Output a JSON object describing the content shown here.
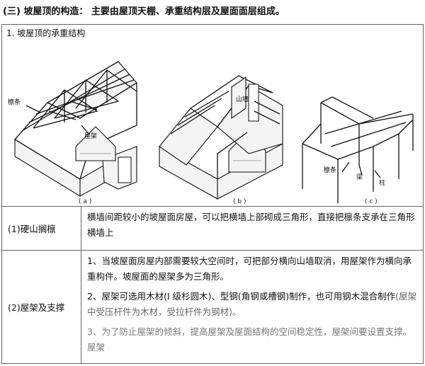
{
  "title": "(三) 坡屋顶的构造： 主要由屋顶天棚、承重结构层及屋面面层组成。",
  "figure": {
    "heading": "1. 坡屋顶的承重结构",
    "labels": {
      "purlin_a": "檩条",
      "truss_a": "屋架",
      "gable_b": "山墙",
      "purlin_c": "檩条",
      "beam_c": "梁",
      "column_c": "柱"
    },
    "captions": [
      "( a )",
      "( b )",
      "( c )"
    ]
  },
  "rows": [
    {
      "label": "(1)硬山搁檩",
      "text": "横墙间距较小的坡屋面房屋，可以把横墙上部砌成三角形，直接把檩条支承在三角形横墙上"
    },
    {
      "label": "(2)屋架及支撑",
      "p1": "1、当坡屋面房屋内部需要较大空间时，可把部分横向山墙取消，用屋架作为横向承重构件。坡屋面的屋架多为三角形。",
      "p2_main": "2、屋架可选用木材(I 级杉圆木)、型钢(角钢或槽钢)制作，也可用钢木混合制作",
      "p2_note": "(屋架中受压杆件为木材，受拉杆件为钢材)。",
      "p3": "3、为了防止屋架的倾斜，提高屋架及屋面结构的空间稳定性，屋架间要设置支撑。屋架"
    }
  ]
}
